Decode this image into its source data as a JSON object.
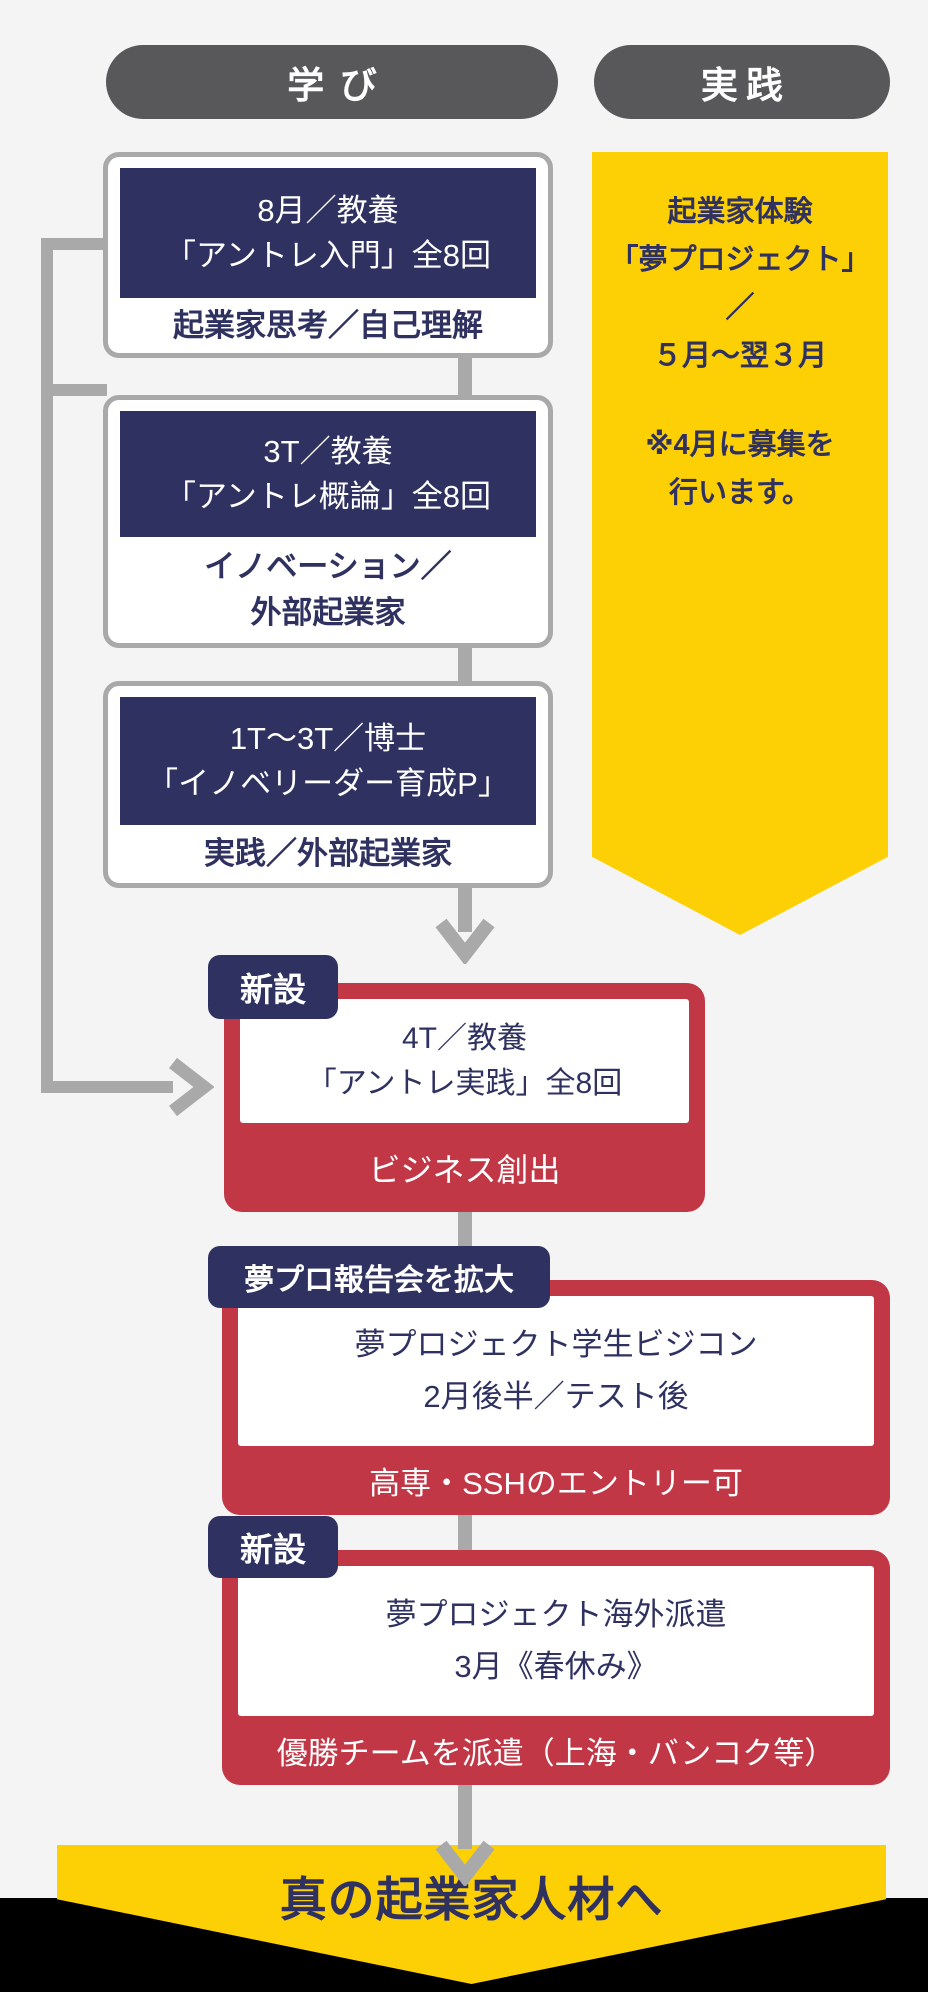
{
  "pills": {
    "learn": "学び",
    "practice": "実践"
  },
  "learn_boxes": [
    {
      "header1": "8月／教養",
      "header2": "「アントレ入門」全8回",
      "footer1": "起業家思考／自己理解",
      "footer2": ""
    },
    {
      "header1": "3T／教養",
      "header2": "「アントレ概論」全8回",
      "footer1": "イノベーション／",
      "footer2": "外部起業家"
    },
    {
      "header1": "1T～3T／博士",
      "header2": "「イノベリーダー育成P」",
      "footer1": "実践／外部起業家",
      "footer2": ""
    }
  ],
  "practice_banner": {
    "line1": "起業家体験",
    "line2": "「夢プロジェクト」",
    "line3": "／",
    "line4": "５月～翌３月",
    "note1": "※4月に募集を",
    "note2": "行います。"
  },
  "flow_boxes": [
    {
      "tag": "新設",
      "body1": "4T／教養",
      "body2": "「アントレ実践」全8回",
      "footer": "ビジネス創出"
    },
    {
      "tag": "夢プロ報告会を拡大",
      "body1": "夢プロジェクト学生ビジコン",
      "body2": "2月後半／テスト後",
      "footer": "高専・SSHのエントリー可"
    },
    {
      "tag": "新設",
      "body1": "夢プロジェクト海外派遣",
      "body2": "3月《春休み》",
      "footer": "優勝チームを派遣（上海・バンコク等）"
    }
  ],
  "final_banner": {
    "label": "真の起業家人材へ"
  },
  "colors": {
    "navy": "#2f3160",
    "red": "#c13746",
    "yellow": "#fdd005",
    "pill_gray": "#58585a",
    "line_gray": "#a9a9aa",
    "background": "#f4f4f5",
    "black_band": "#000000"
  }
}
